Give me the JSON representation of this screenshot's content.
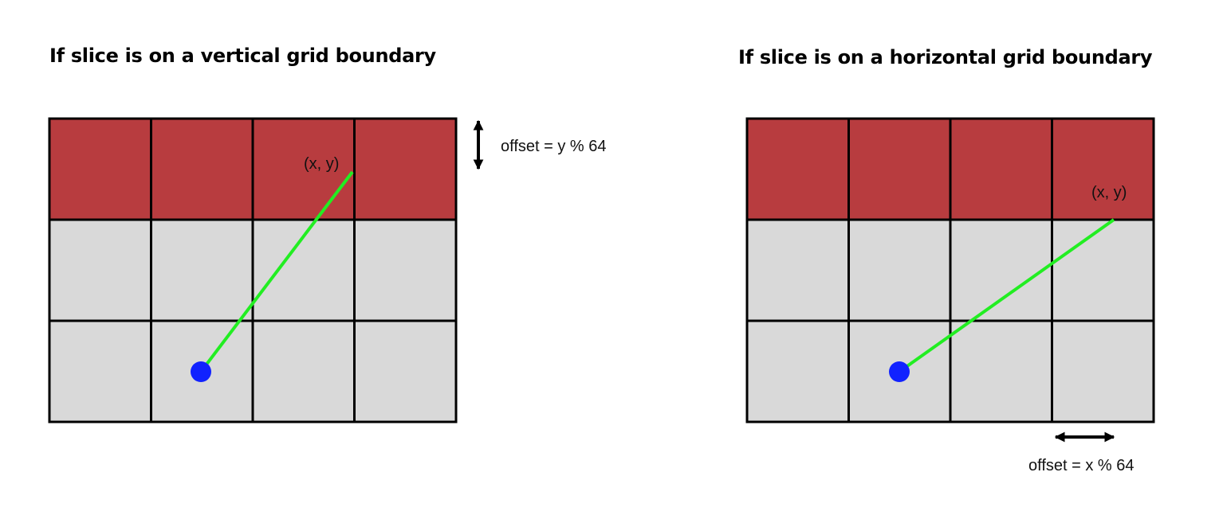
{
  "panels": [
    {
      "id": "vertical",
      "title": "If slice is on a vertical grid boundary",
      "point_label": "(x, y)",
      "offset_label": "offset = y % 64",
      "offset_direction": "vertical"
    },
    {
      "id": "horizontal",
      "title": "If slice is on a horizontal grid boundary",
      "point_label": "(x, y)",
      "offset_label": "offset = x % 64",
      "offset_direction": "horizontal"
    }
  ],
  "grid": {
    "rows": 3,
    "cols": 4,
    "highlighted_rows": [
      0
    ]
  },
  "colors": {
    "highlight_cell": "#b83c3f",
    "cell": "#d9d9d9",
    "grid_line": "#000000",
    "ray": "#22ee22",
    "player": "#1122ff",
    "arrow": "#000000"
  }
}
